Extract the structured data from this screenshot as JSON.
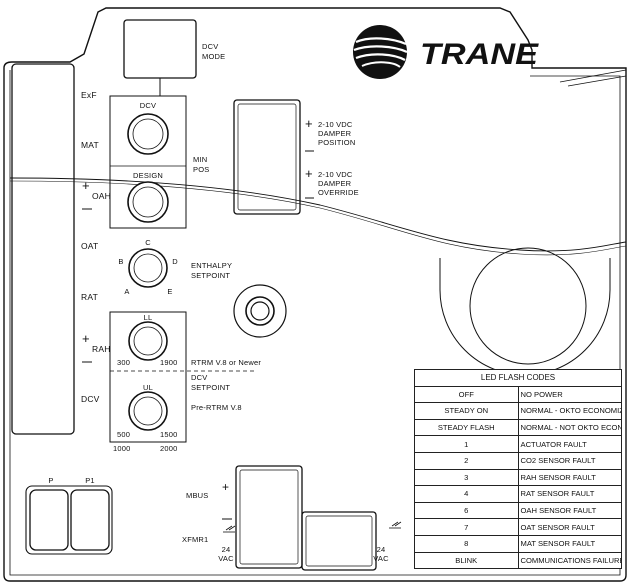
{
  "brand": {
    "name": "TRANE",
    "logo_icon": "trane-swoosh-logo-icon"
  },
  "left_labels": {
    "exf": "ExF",
    "mat": "MAT",
    "oah": "OAH",
    "oat": "OAT",
    "rat": "RAT",
    "rah": "RAH",
    "dcv": "DCV"
  },
  "dcv_mode": [
    "DCV",
    "MODE"
  ],
  "pots": {
    "dcv": "DCV",
    "design": "DESIGN",
    "min_pos": [
      "MIN",
      "POS"
    ],
    "enthalpy_letters": {
      "a": "A",
      "b": "B",
      "c": "C",
      "d": "D",
      "e": "E"
    },
    "enthalpy_label": [
      "ENTHALPY",
      "SETPOINT"
    ],
    "ll": "LL",
    "ll_min": "300",
    "ll_max": "1900",
    "rtrm_new": "RTRM V.8 or Newer",
    "dcv_setpoint": [
      "DCV",
      "SETPOINT"
    ],
    "ul": "UL",
    "ul_min": "500",
    "ul_max": "1500",
    "pre_rtrm": "Pre-RTRM V.8",
    "scale_left": "1000",
    "scale_right": "2000"
  },
  "terminals": {
    "position": [
      "2-10 VDC",
      "DAMPER",
      "POSITION"
    ],
    "override": [
      "2-10 VDC",
      "DAMPER",
      "OVERRIDE"
    ],
    "p": "P",
    "p1": "P1",
    "mbus": "MBUS",
    "xfmr1": "XFMR1",
    "vac_left": [
      "24",
      "VAC"
    ],
    "vac_right": [
      "24",
      "VAC"
    ]
  },
  "led_table": {
    "title": "LED FLASH CODES",
    "rows": [
      {
        "code": "OFF",
        "desc": "NO POWER"
      },
      {
        "code": "STEADY ON",
        "desc": "NORMAL - OKTO ECONOMIZE"
      },
      {
        "code": "STEADY FLASH",
        "desc": "NORMAL - NOT OKTO ECONOMIZE"
      },
      {
        "code": "1",
        "desc": "ACTUATOR FAULT"
      },
      {
        "code": "2",
        "desc": "CO2 SENSOR FAULT"
      },
      {
        "code": "3",
        "desc": "RAH SENSOR FAULT"
      },
      {
        "code": "4",
        "desc": "RAT SENSOR FAULT"
      },
      {
        "code": "6",
        "desc": "OAH SENSOR FAULT"
      },
      {
        "code": "7",
        "desc": "OAT SENSOR FAULT"
      },
      {
        "code": "8",
        "desc": "MAT SENSOR FAULT"
      },
      {
        "code": "BLINK",
        "desc": "COMMUNICATIONS FAILURE"
      }
    ]
  }
}
